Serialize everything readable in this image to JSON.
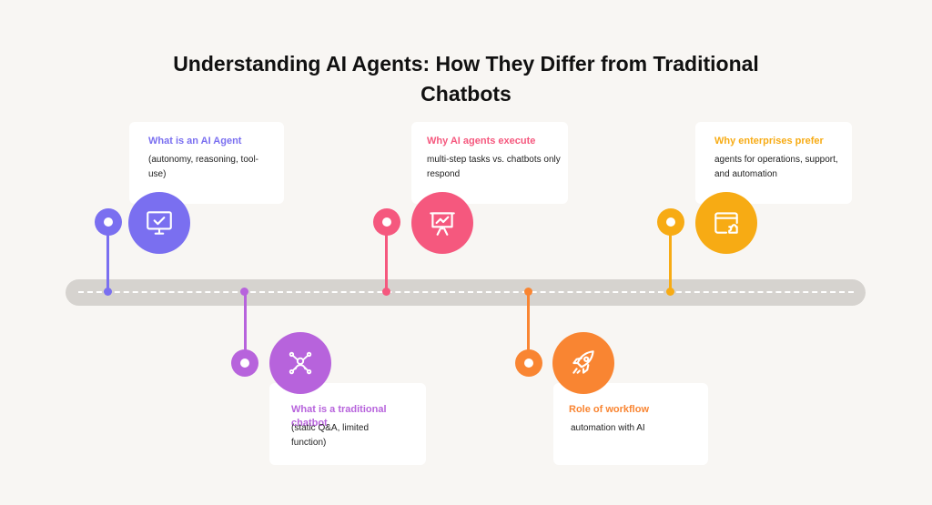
{
  "title": {
    "line1": "Understanding AI Agents: How They Differ from Traditional",
    "line2": "Chatbots"
  },
  "colors": {
    "purple": "#7a6ff0",
    "violet": "#b763dc",
    "pink": "#f5587e",
    "orange": "#f98532",
    "amber": "#f7ab14"
  },
  "items": [
    {
      "heading": "What is an AI Agent",
      "body": "(autonomy, reasoning, tool-use)",
      "icon": "monitor-check-icon"
    },
    {
      "heading": "What is a traditional chatbot",
      "body": "(static Q&A, limited function)",
      "icon": "network-user-icon"
    },
    {
      "heading": "Why AI agents execute",
      "body": "multi-step tasks vs. chatbots only respond",
      "icon": "presentation-chart-icon"
    },
    {
      "heading": "Role of workflow",
      "body": "automation with AI",
      "icon": "rocket-icon"
    },
    {
      "heading": "Why enterprises prefer",
      "body": "agents for operations, support, and automation",
      "icon": "browser-puzzle-icon"
    }
  ]
}
